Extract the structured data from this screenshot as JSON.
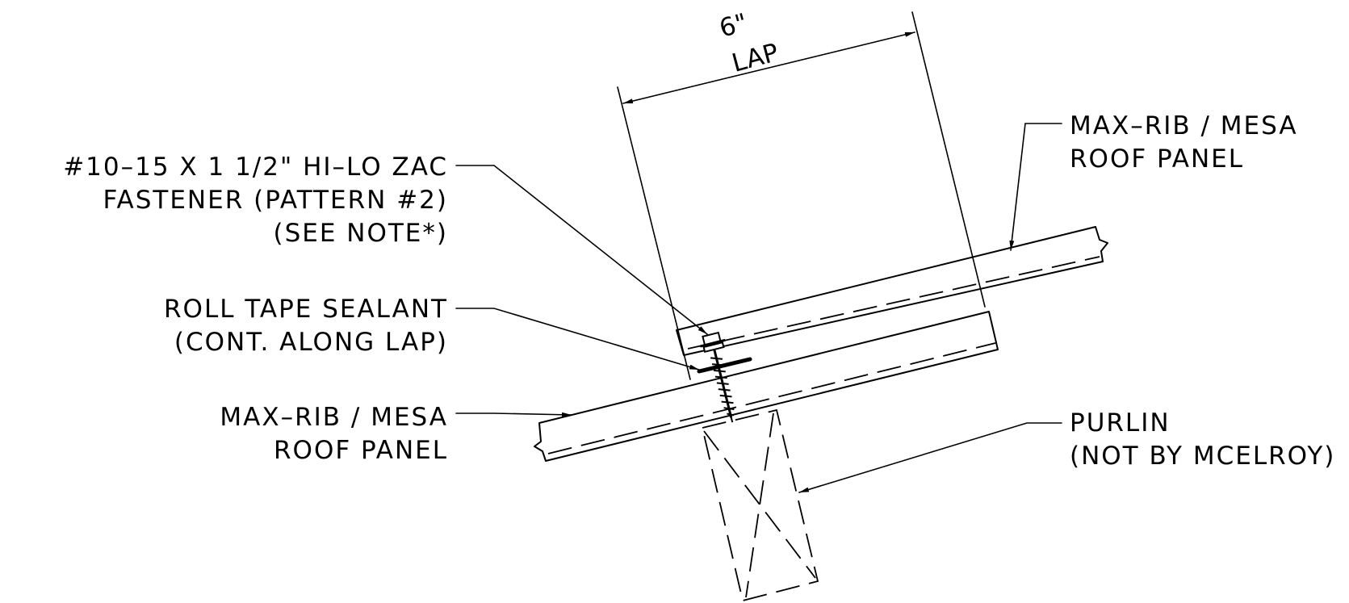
{
  "dimension": {
    "value": "6\"",
    "label": "LAP"
  },
  "callouts": {
    "fastener": [
      "#10–15 X 1 1/2\" HI–LO ZAC",
      "FASTENER (PATTERN #2)",
      "(SEE NOTE*)"
    ],
    "sealant": [
      "ROLL TAPE SEALANT",
      "(CONT. ALONG LAP)"
    ],
    "lower_panel": [
      "MAX–RIB / MESA",
      "ROOF PANEL"
    ],
    "upper_panel": [
      "MAX–RIB / MESA",
      "ROOF PANEL"
    ],
    "purlin": [
      "PURLIN",
      "(NOT BY MCELROY)"
    ]
  }
}
